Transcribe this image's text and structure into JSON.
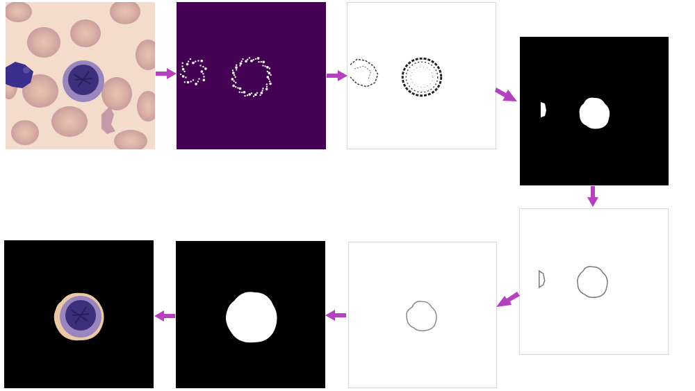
{
  "pipeline": {
    "arrow_color": "#b540c0",
    "stages": [
      {
        "id": "input-smear",
        "desc_icon": "blood-smear-image-icon"
      },
      {
        "id": "edge-points",
        "desc_icon": "edge-detection-map-icon"
      },
      {
        "id": "edge-binarized",
        "desc_icon": "binary-edge-map-icon"
      },
      {
        "id": "filled-mask",
        "desc_icon": "filled-region-mask-icon"
      },
      {
        "id": "contours",
        "desc_icon": "contour-outline-icon"
      },
      {
        "id": "selected-contour",
        "desc_icon": "single-contour-icon"
      },
      {
        "id": "final-mask",
        "desc_icon": "smoothed-mask-icon"
      },
      {
        "id": "segmented-cell",
        "desc_icon": "segmented-cell-icon"
      }
    ]
  }
}
